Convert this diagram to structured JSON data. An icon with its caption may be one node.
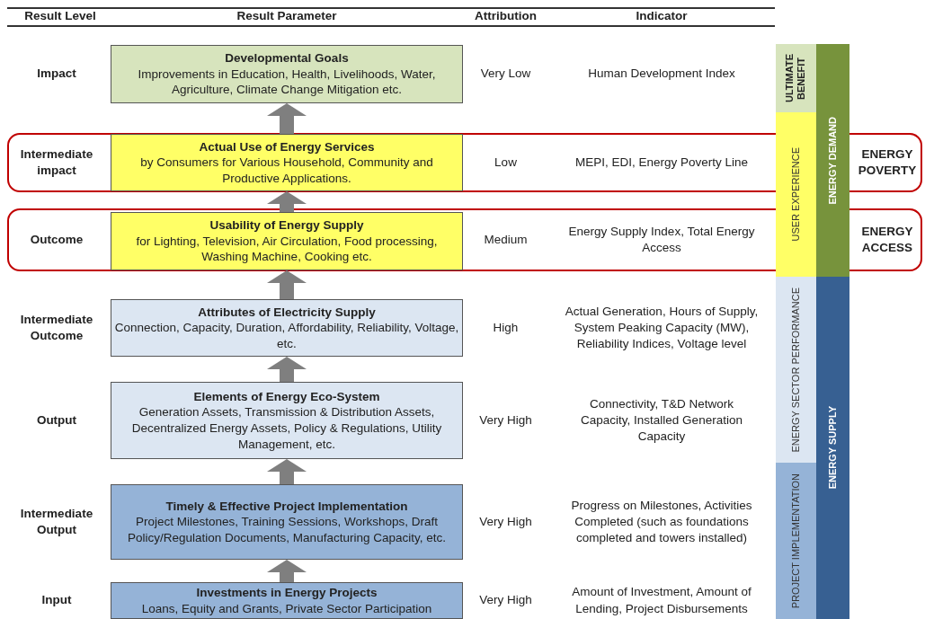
{
  "diagram": {
    "nodes": [
      {
        "text": [
          "Developmental Goals",
          "Improvements in Education, Health, Livelihoods, Water, Agriculture, Climate Change Mitigation etc."
        ]
      },
      {
        "text": [
          "Intermediate impact",
          "Low",
          "MEPI, EDI, Energy Poverty Line",
          "ENERGY POVERTY"
        ]
      },
      {
        "text": [
          "Actual Use of Energy Services",
          "by Consumers for Various Household, Community and Productive Applications."
        ],
        "in": 1
      },
      {
        "text": [
          "Outcome",
          "Medium",
          "Energy Supply Index, Total Energy Access",
          "ENERGY ACCESS"
        ]
      },
      {
        "text": [
          "Usability of Energy Supply",
          "for Lighting, Television, Air Circulation, Food processing, Washing Machine, Cooking etc."
        ],
        "in": 3
      },
      {
        "text": [
          "Attributes of Electricity Supply",
          "Connection, Capacity, Duration, Affordability, Reliability, Voltage, etc."
        ]
      },
      {
        "text": [
          "Elements of Energy Eco-System",
          "Generation Assets, Transmission & Distribution Assets, Decentralized Energy  Assets, Policy & Regulations, Utility Management, etc."
        ]
      },
      {
        "text": [
          "Timely & Effective Project Implementation",
          "Project Milestones, Training Sessions, Workshops, Draft Policy/Regulation Documents, Manufacturing Capacity, etc."
        ]
      },
      {
        "text": [
          "Investments in Energy Projects",
          "Loans, Equity and Grants, Private Sector Participation"
        ]
      },
      {
        "text": [
          "ULTIMATE BENEFIT"
        ]
      },
      {
        "text": [
          "USER EXPERIENCE"
        ]
      },
      {
        "text": [
          "ENERGY SECTOR PERFORMANCE"
        ]
      },
      {
        "text": [
          "PROJECT IMPLEMENTATION"
        ]
      },
      {
        "text": [
          "ENERGY DEMAND"
        ]
      },
      {
        "text": [
          "ENERGY SUPPLY"
        ]
      }
    ],
    "edges": [
      {
        "from": 8,
        "to": 7,
        "arrow": "to"
      },
      {
        "from": 7,
        "to": 6,
        "arrow": "to"
      },
      {
        "from": 6,
        "to": 5,
        "arrow": "to"
      },
      {
        "from": 5,
        "to": 4,
        "arrow": "to"
      },
      {
        "from": 4,
        "to": 2,
        "arrow": "to"
      },
      {
        "from": 2,
        "to": 0,
        "arrow": "to"
      }
    ],
    "labels": [
      "Result Level",
      "Result Parameter",
      "Attribution",
      "Indicator",
      "Impact",
      "Very Low",
      "Human Development Index",
      "Intermediate Outcome",
      "High",
      "Actual Generation, Hours of Supply, System Peaking Capacity (MW), Reliability Indices, Voltage level",
      "Output",
      "Very High",
      "Connectivity, T&D Network Capacity, Installed Generation Capacity",
      "Intermediate Output",
      "Very High",
      "Progress on Milestones, Activities Completed (such as foundations completed and towers installed)",
      "Input",
      "Very High",
      "Amount of Investment, Amount of Lending, Project Disbursements"
    ]
  }
}
